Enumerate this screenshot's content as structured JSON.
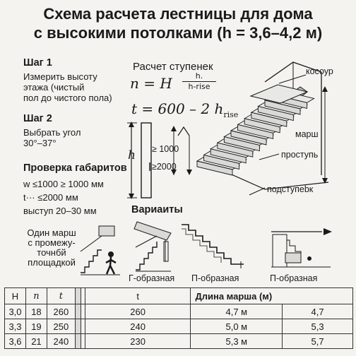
{
  "title": {
    "line1": "Схема расчета лестницы для дома",
    "line2": "с высокими потолками (h = 3,6–4,2 м)"
  },
  "step1": {
    "heading": "Шаг 1",
    "lines": [
      "Измерить высоту",
      "этажа (чистый",
      "пол до чистого пола)"
    ]
  },
  "step2": {
    "heading": "Шаг 2",
    "lines": [
      "Выбрать угол",
      "30°–37°"
    ]
  },
  "check": {
    "heading": "Проверка габаритов",
    "lines": [
      "w ≤1000 ≥ 1000 мм",
      "t··· ≤2000 мм",
      "выступ 20–30 мм"
    ]
  },
  "single_flight": {
    "lines": [
      "Один марш",
      "с промежу-",
      "точнбй",
      "площадкой"
    ]
  },
  "calc": {
    "heading": "Расчет ступенек",
    "f1_left": "n = H",
    "f1_num": "h.",
    "f1_den": "h-rise",
    "f2_left": "t = 600 – 2 h",
    "f2_sub": "rise"
  },
  "dims": {
    "h_label": "h",
    "d1": "≥ 1000",
    "d2": "≥2000"
  },
  "stair_labels": {
    "stringer": "косоур",
    "flight": "марш",
    "tread": "проступь",
    "riser": "подступеbк"
  },
  "variants": {
    "heading": "Вариаиты",
    "items": [
      "Г-образная",
      "П-образная",
      "П-образная"
    ]
  },
  "table": {
    "headers": [
      "H",
      "n",
      "t",
      "",
      "",
      "t",
      "Длина марша (м)",
      ""
    ],
    "rows": [
      [
        "3,0",
        "18",
        "260",
        "",
        "",
        "260",
        "4,7 м",
        "4,7"
      ],
      [
        "3,3",
        "19",
        "250",
        "",
        "",
        "240",
        "5,0 м",
        "5,3"
      ],
      [
        "3,6",
        "21",
        "240",
        "",
        "",
        "230",
        "5,3 м",
        "5,7"
      ]
    ]
  },
  "colors": {
    "background": "#f4f3ef",
    "ink": "#1a1a1a",
    "step_fill": "#d9d9d6",
    "step_top": "#e8e8e5"
  }
}
